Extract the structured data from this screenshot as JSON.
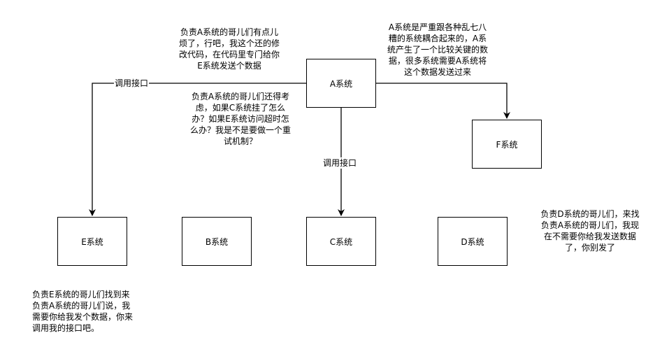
{
  "nodes": {
    "a": "A系统",
    "b": "B系统",
    "c": "C系统",
    "d": "D系统",
    "e": "E系统",
    "f": "F系统"
  },
  "edge_labels": {
    "a_to_e": "调用接口",
    "a_to_c": "调用接口"
  },
  "notes": {
    "top_center": "负责A系统的哥儿们有点儿\n烦了，行吧，我这个还的修\n改代码，在代码里专门给你\nE系统发送个数据",
    "top_right": "A系统是严重跟各种乱七八\n糟的系统耦合起来的，A系\n统产生了一个比较关键的数\n据，很多系统需要A系统将\n这个数据发送过来",
    "middle": "负责A系统的哥儿们还得考\n虑，如果C系统挂了怎么\n办？如果E系统访问超时怎\n么办？我是不是要做一个重\n试机制？",
    "bottom_left": "负责E系统的哥儿们找到来\n负责A系统的哥儿们说，我\n需要你给我发个数据，你来\n调用我的接口吧。",
    "right": "负责D系统的哥儿们，来找\n负责A系统的哥儿们，我现\n在不需要你给我发送数据\n了，你别发了"
  }
}
